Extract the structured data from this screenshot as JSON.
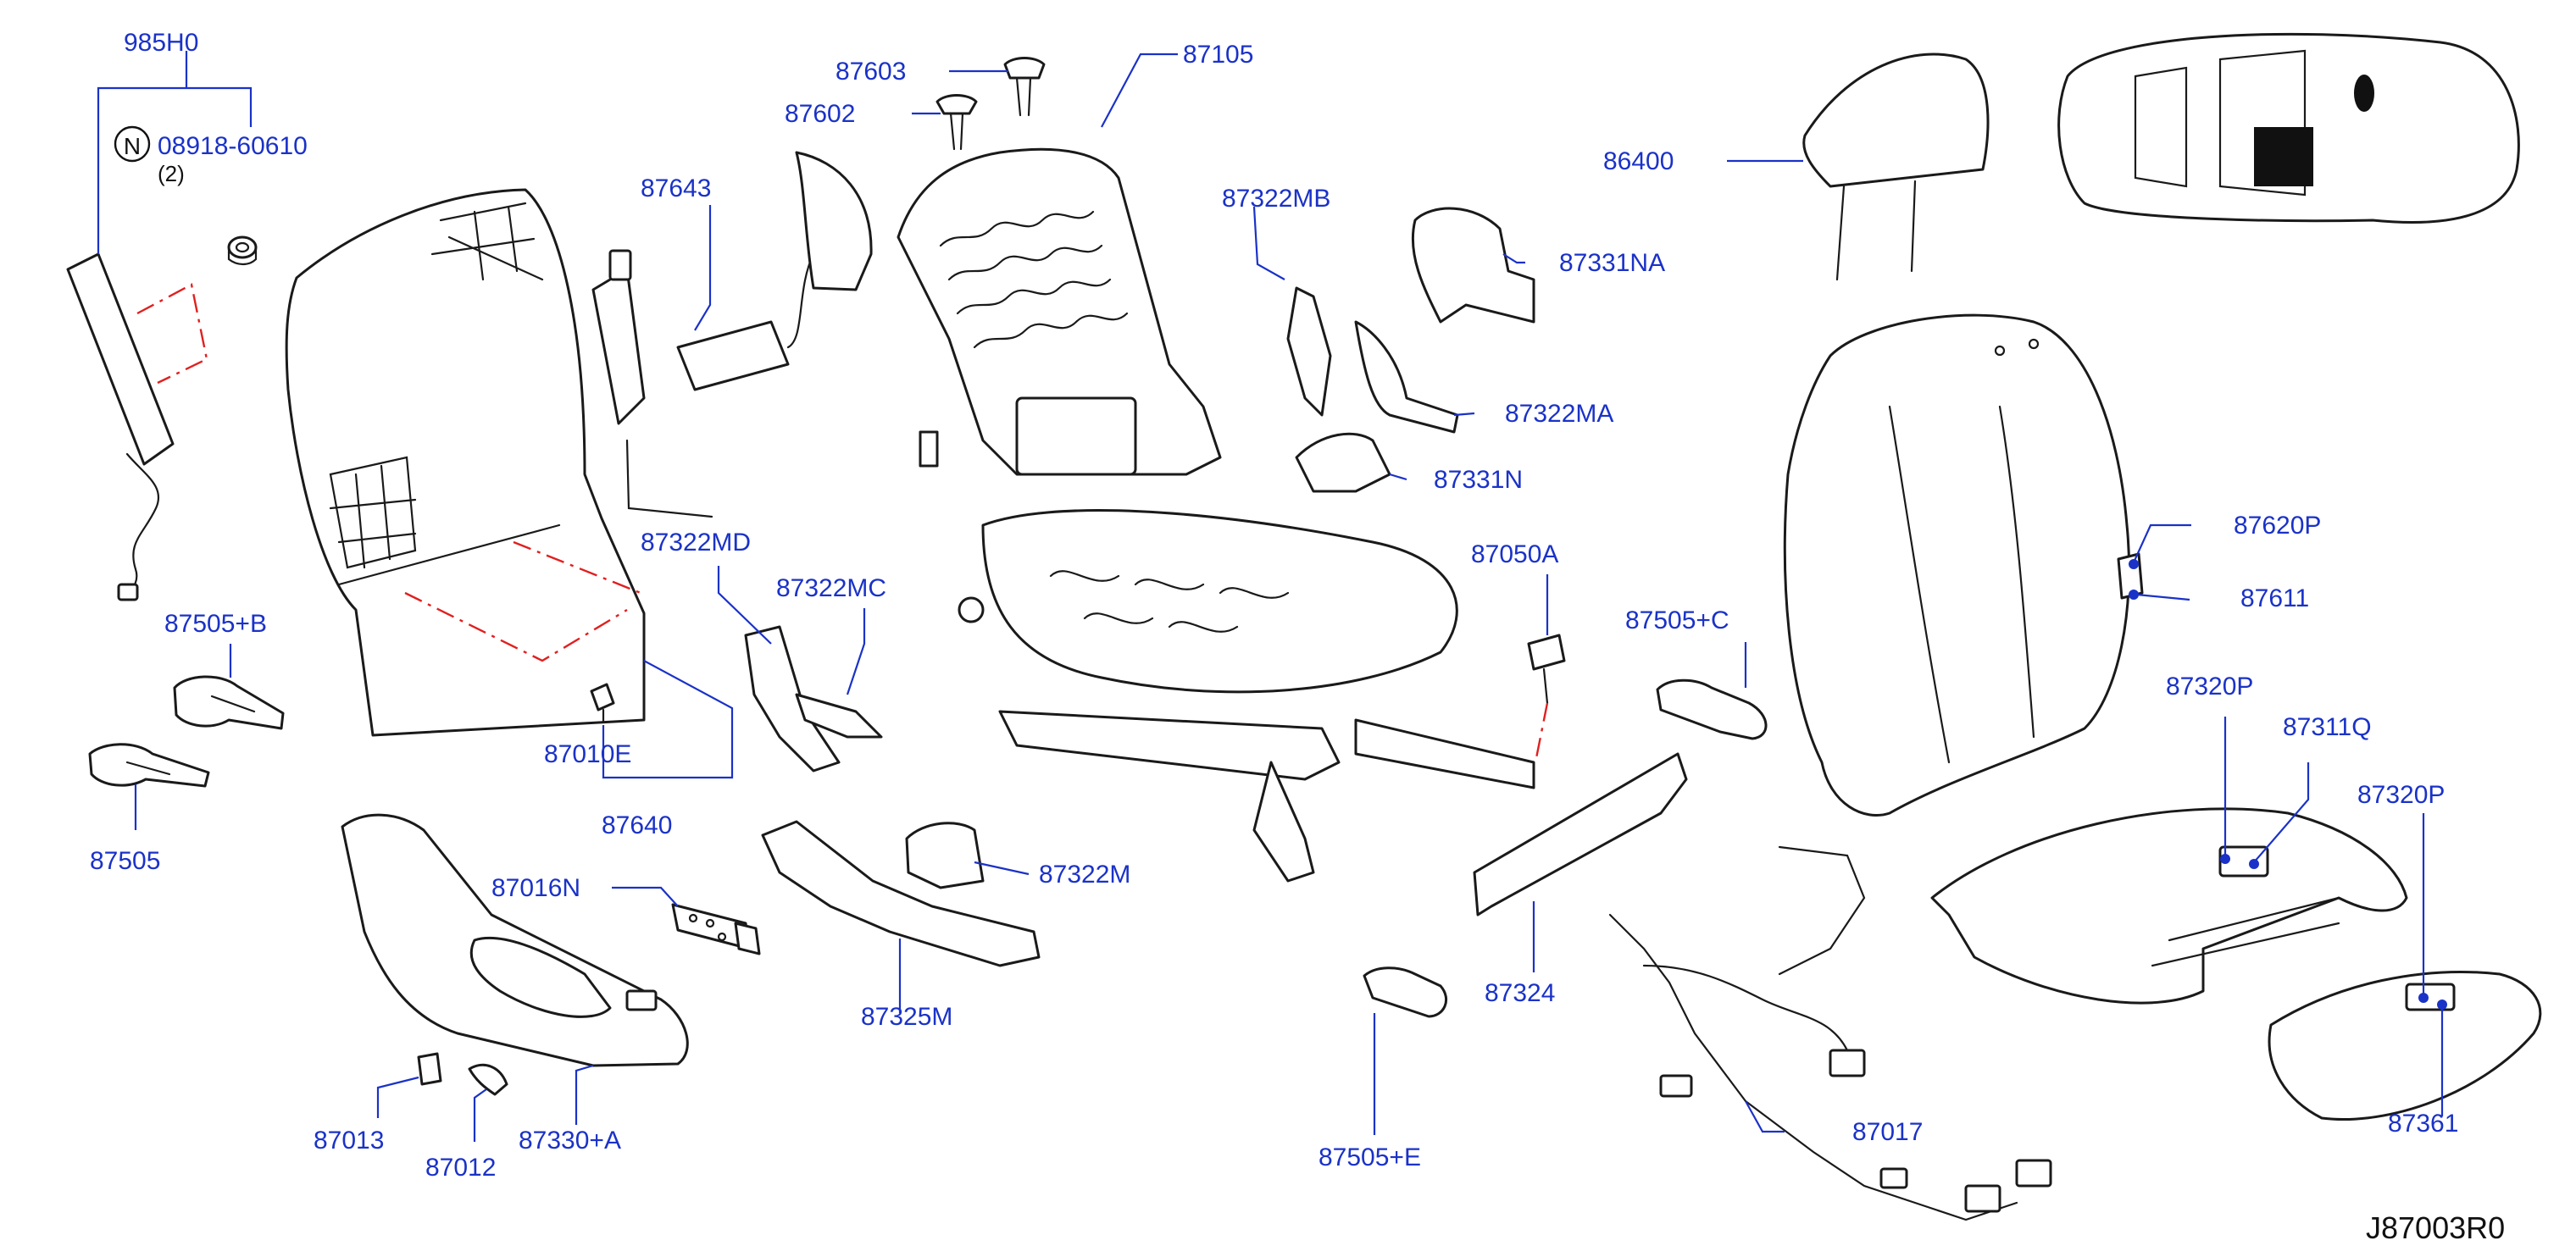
{
  "diagram": {
    "reference_code": "J87003R0",
    "standard_part_symbol": "N",
    "standard_part_qty": "(2)",
    "colors": {
      "callout": "#1a32c8",
      "assembly_line": "#e02020",
      "part_outline": "#1a1a1a"
    },
    "callouts": {
      "p985H0": "985H0",
      "p08918_60610": "08918-60610",
      "p87505_B": "87505+B",
      "p87505": "87505",
      "p87643": "87643",
      "p87603": "87603",
      "p87602": "87602",
      "p87105": "87105",
      "p87322MD": "87322MD",
      "p87010E": "87010E",
      "p87640": "87640",
      "p87322MC": "87322MC",
      "p87016N": "87016N",
      "p87013": "87013",
      "p87012": "87012",
      "p87330_A": "87330+A",
      "p87325M": "87325M",
      "p87322M": "87322M",
      "p87322MB": "87322MB",
      "p87331NA": "87331NA",
      "p87322MA": "87322MA",
      "p87331N": "87331N",
      "p87050A": "87050A",
      "p87505_C": "87505+C",
      "p87324": "87324",
      "p87505_E": "87505+E",
      "p86400": "86400",
      "p87620P": "87620P",
      "p87611": "87611",
      "p87320P_a": "87320P",
      "p87311Q": "87311Q",
      "p87320P_b": "87320P",
      "p87017": "87017",
      "p87361": "87361"
    }
  }
}
